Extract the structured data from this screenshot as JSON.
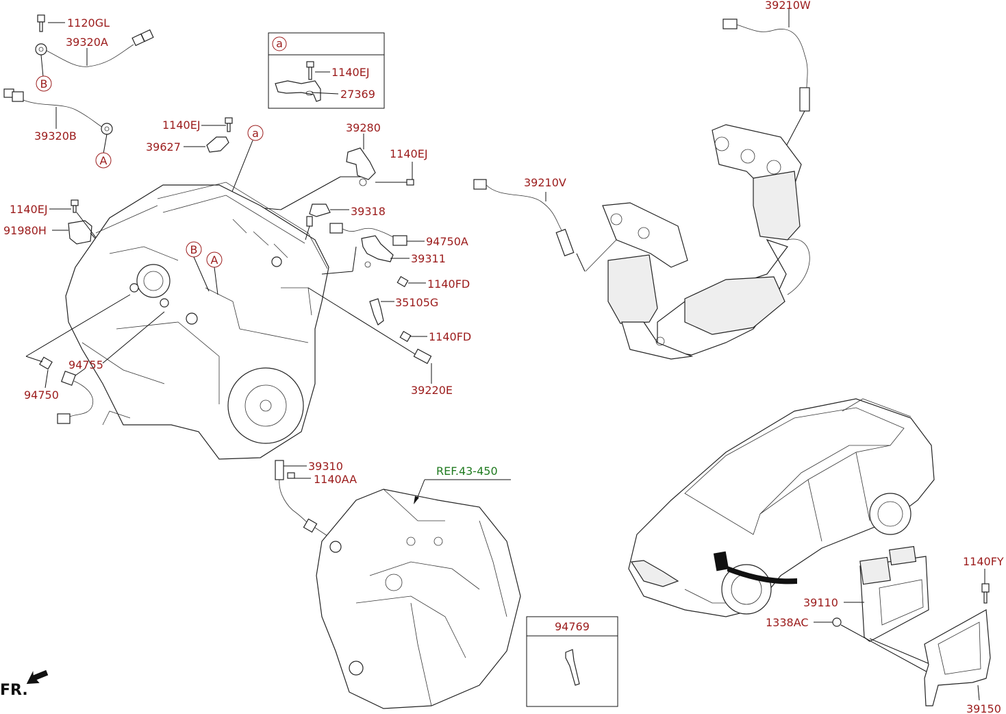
{
  "labels": {
    "l_1120GL": "1120GL",
    "l_39320A": "39320A",
    "l_39320B": "39320B",
    "l_1140EJ_a": "1140EJ",
    "l_27369": "27369",
    "l_1140EJ_b": "1140EJ",
    "l_39627": "39627",
    "l_39280": "39280",
    "l_1140EJ_c": "1140EJ",
    "l_1140EJ_d": "1140EJ",
    "l_91980H": "91980H",
    "l_39318": "39318",
    "l_94750A": "94750A",
    "l_39311": "39311",
    "l_1140FD_a": "1140FD",
    "l_35105G": "35105G",
    "l_1140FD_b": "1140FD",
    "l_39220E": "39220E",
    "l_94755": "94755",
    "l_94750": "94750",
    "l_39210W": "39210W",
    "l_39210V": "39210V",
    "l_39310": "39310",
    "l_1140AA": "1140AA",
    "l_ref": "REF.43-450",
    "l_94769": "94769",
    "l_1140FY": "1140FY",
    "l_39110": "39110",
    "l_1338AC": "1338AC",
    "l_39150": "39150",
    "fr": "FR."
  },
  "callouts": {
    "A1": "A",
    "B1": "B",
    "a_box": "a",
    "a_engine": "a",
    "B2": "B",
    "A2": "A"
  },
  "colors": {
    "label": "#9b1b1b",
    "reference": "#1f7a1f",
    "line": "#111111"
  }
}
